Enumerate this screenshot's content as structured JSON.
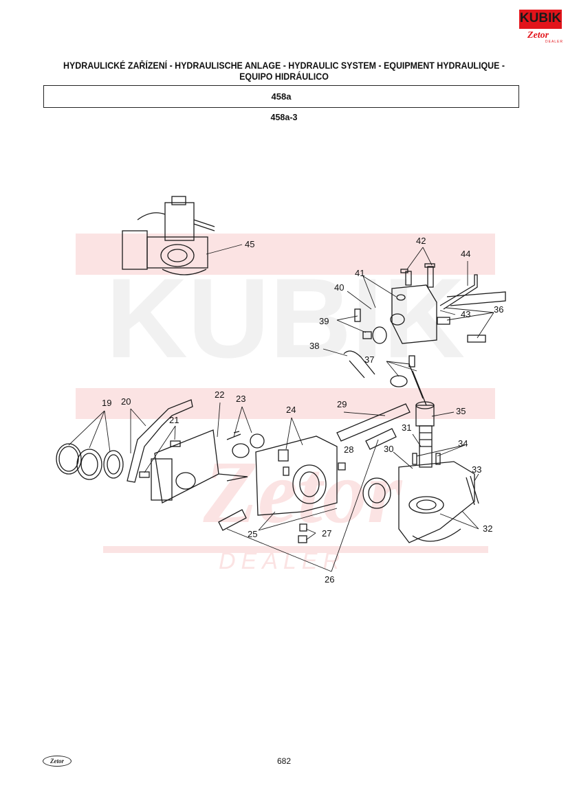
{
  "logo": {
    "brand": "KUBIK",
    "sub_brand": "Zetor",
    "tagline": "DEALER"
  },
  "header": {
    "title_line1": "HYDRAULICKÉ ZAŘÍZENÍ - HYDRAULISCHE ANLAGE - HYDRAULIC SYSTEM - EQUIPMENT HYDRAULIQUE -",
    "title_line2": "EQUIPO HIDRÁULICO",
    "section": "458a",
    "subsection": "458a-3"
  },
  "watermark": {
    "text": "KUBIK",
    "sub": "Zetor",
    "tagline": "DEALER"
  },
  "callouts": [
    "19",
    "20",
    "21",
    "22",
    "23",
    "24",
    "25",
    "26",
    "27",
    "28",
    "29",
    "30",
    "31",
    "32",
    "33",
    "34",
    "35",
    "36",
    "37",
    "38",
    "39",
    "40",
    "41",
    "42",
    "43",
    "44",
    "45"
  ],
  "footer": {
    "logo": "Zetor",
    "page_number": "682"
  },
  "colors": {
    "brand_red": "#e2141b",
    "watermark_red": "#fbe3e3",
    "watermark_gray": "#f1f1f1",
    "line": "#1a1a1a"
  }
}
